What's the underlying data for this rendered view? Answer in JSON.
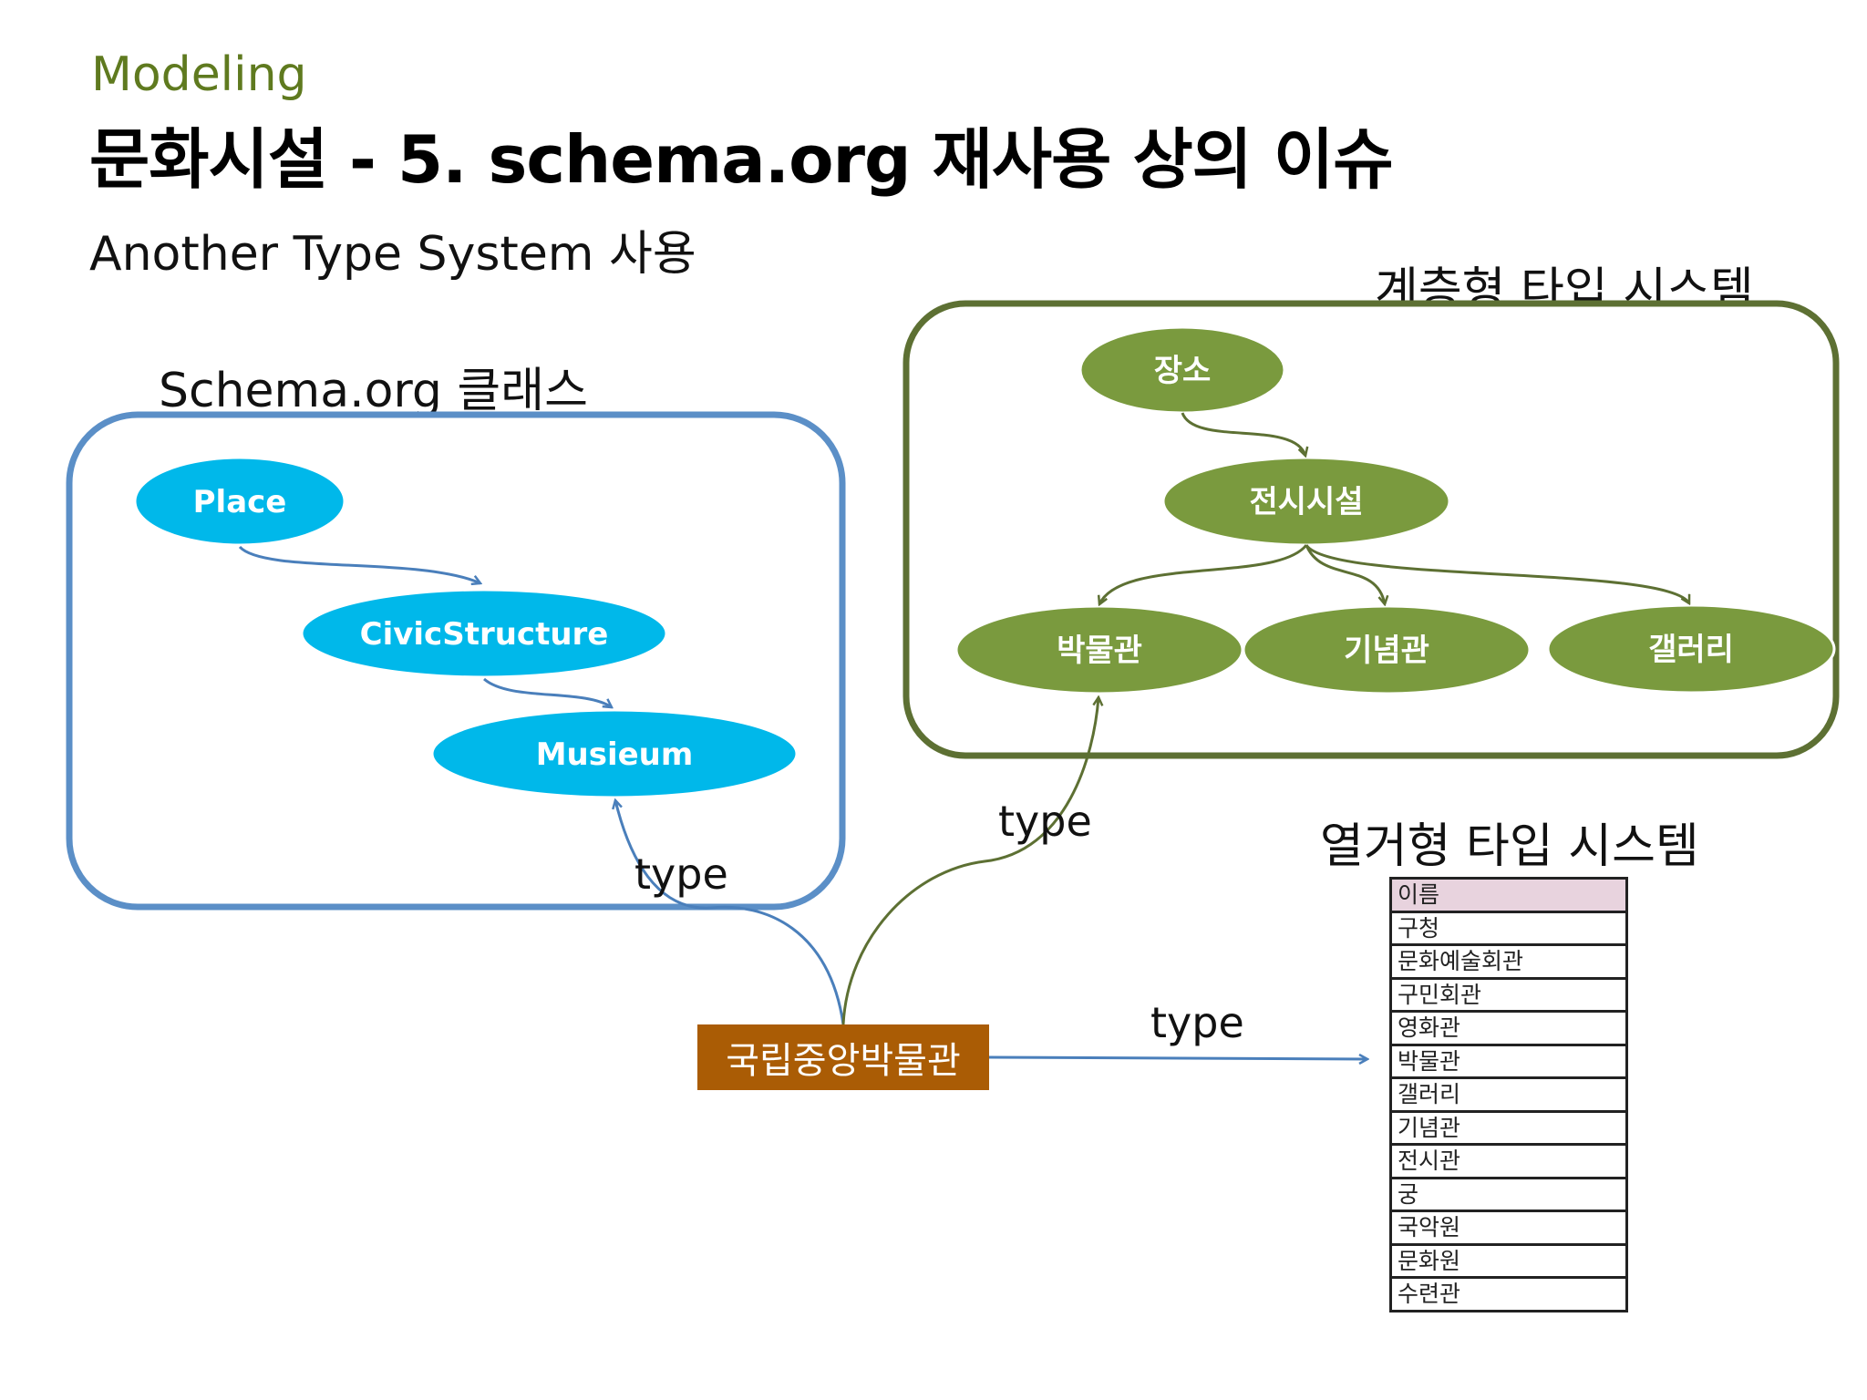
{
  "section": "Modeling",
  "title": "문화시설 - 5. schema.org 재사용 상의 이슈",
  "subtitle": "Another Type System 사용",
  "schema_panel": {
    "label": "Schema.org 클래스",
    "nodes": [
      "Place",
      "CivicStructure",
      "Musieum"
    ],
    "color": "#00b8ea",
    "border_color": "#5b8fc7"
  },
  "hier_panel": {
    "label": "계층형 타입 시스템",
    "nodes": [
      "장소",
      "전시시설",
      "박물관",
      "기념관",
      "갤러리"
    ],
    "color": "#7a9a3e",
    "border_color": "#5d7033"
  },
  "enum_panel": {
    "label": "열거형 타입 시스템",
    "items": [
      "이름",
      "구청",
      "문화예술회관",
      "구민회관",
      "영화관",
      "박물관",
      "갤러리",
      "기념관",
      "전시관",
      "궁",
      "국악원",
      "문화원",
      "수련관"
    ]
  },
  "source_node": {
    "label": "국립중앙박물관",
    "color": "#aa5c05"
  },
  "edge_labels": {
    "to_schema": "type",
    "to_hier": "type",
    "to_enum": "type"
  }
}
